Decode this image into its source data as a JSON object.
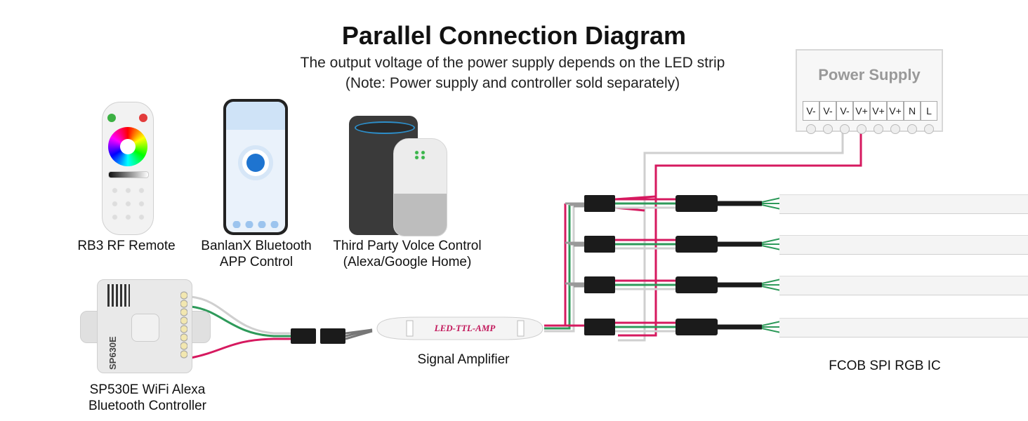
{
  "title": "Parallel Connection Diagram",
  "subtitle_line1": "The output voltage of the power supply depends on the LED strip",
  "subtitle_line2": "(Note: Power supply and controller sold separately)",
  "power_supply": {
    "title": "Power Supply",
    "terminals": [
      "V-",
      "V-",
      "V-",
      "V+",
      "V+",
      "V+",
      "N",
      "L"
    ]
  },
  "remote_label": "RB3 RF Remote",
  "app_label_line1": "BanlanX Bluetooth",
  "app_label_line2": "APP Control",
  "voice_label_line1": "Third Party Volce Control",
  "voice_label_line2": "(Alexa/Google Home)",
  "controller_label_line1": "SP530E WiFi Alexa",
  "controller_label_line2": "Bluetooth Controller",
  "controller_model": "SP630E",
  "amplifier_text": "LED-TTL-AMP",
  "amplifier_label": "Signal Amplifier",
  "strip_label": "FCOB SPI RGB IC",
  "colors": {
    "red_wire": "#d6195f",
    "green_wire": "#2e9a5a",
    "white_wire": "#cfcfcf",
    "black_connector": "#1b1b1b"
  }
}
